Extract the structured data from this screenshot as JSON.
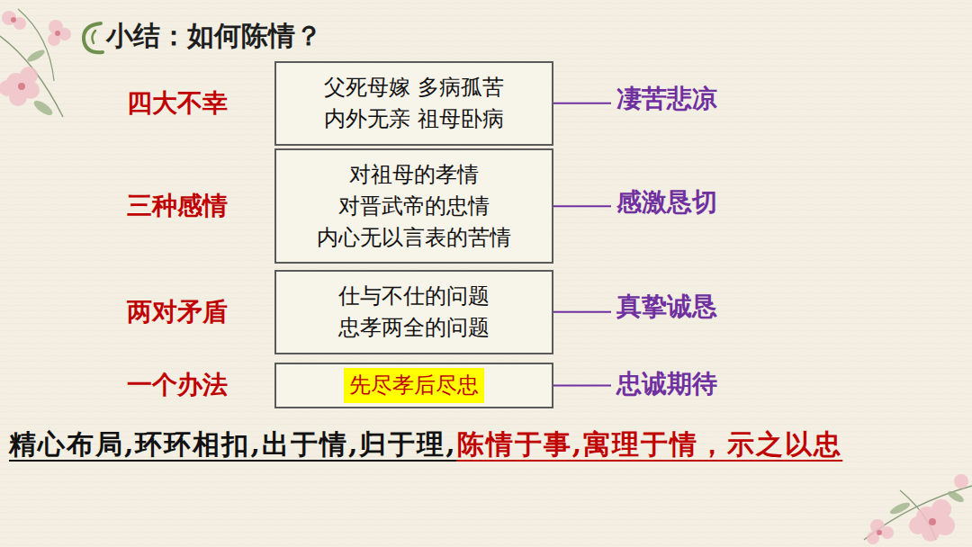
{
  "diagram": {
    "title": "小结：如何陈情？",
    "nodes": [
      {
        "text": [
          "四大不幸",
          "父死母嫁 多病孤苦 内外无亲 祖母卧病"
        ]
      },
      {
        "text": [
          "三种感情",
          "对祖母的孝情 对晋武帝的忠情 内心无以言表的苦情"
        ]
      },
      {
        "text": [
          "两对矛盾",
          "仕与不仕的问题 忠孝两全的问题"
        ]
      },
      {
        "text": [
          "一个办法",
          "先尽孝后尽忠"
        ]
      },
      {
        "text": [
          "凄苦悲凉"
        ]
      },
      {
        "text": [
          "感激恳切"
        ]
      },
      {
        "text": [
          "真挚诚恳"
        ]
      },
      {
        "text": [
          "忠诚期待"
        ]
      }
    ],
    "edges": [
      {
        "from": 0,
        "to": 4,
        "arrow": "none"
      },
      {
        "from": 1,
        "to": 5,
        "arrow": "none"
      },
      {
        "from": 2,
        "to": 6,
        "arrow": "none"
      },
      {
        "from": 3,
        "to": 7,
        "arrow": "none"
      }
    ],
    "labels": [
      "精心布局,环环相扣,出于情,归于理,",
      "陈情于事,寓理于情，示之以忠"
    ]
  }
}
